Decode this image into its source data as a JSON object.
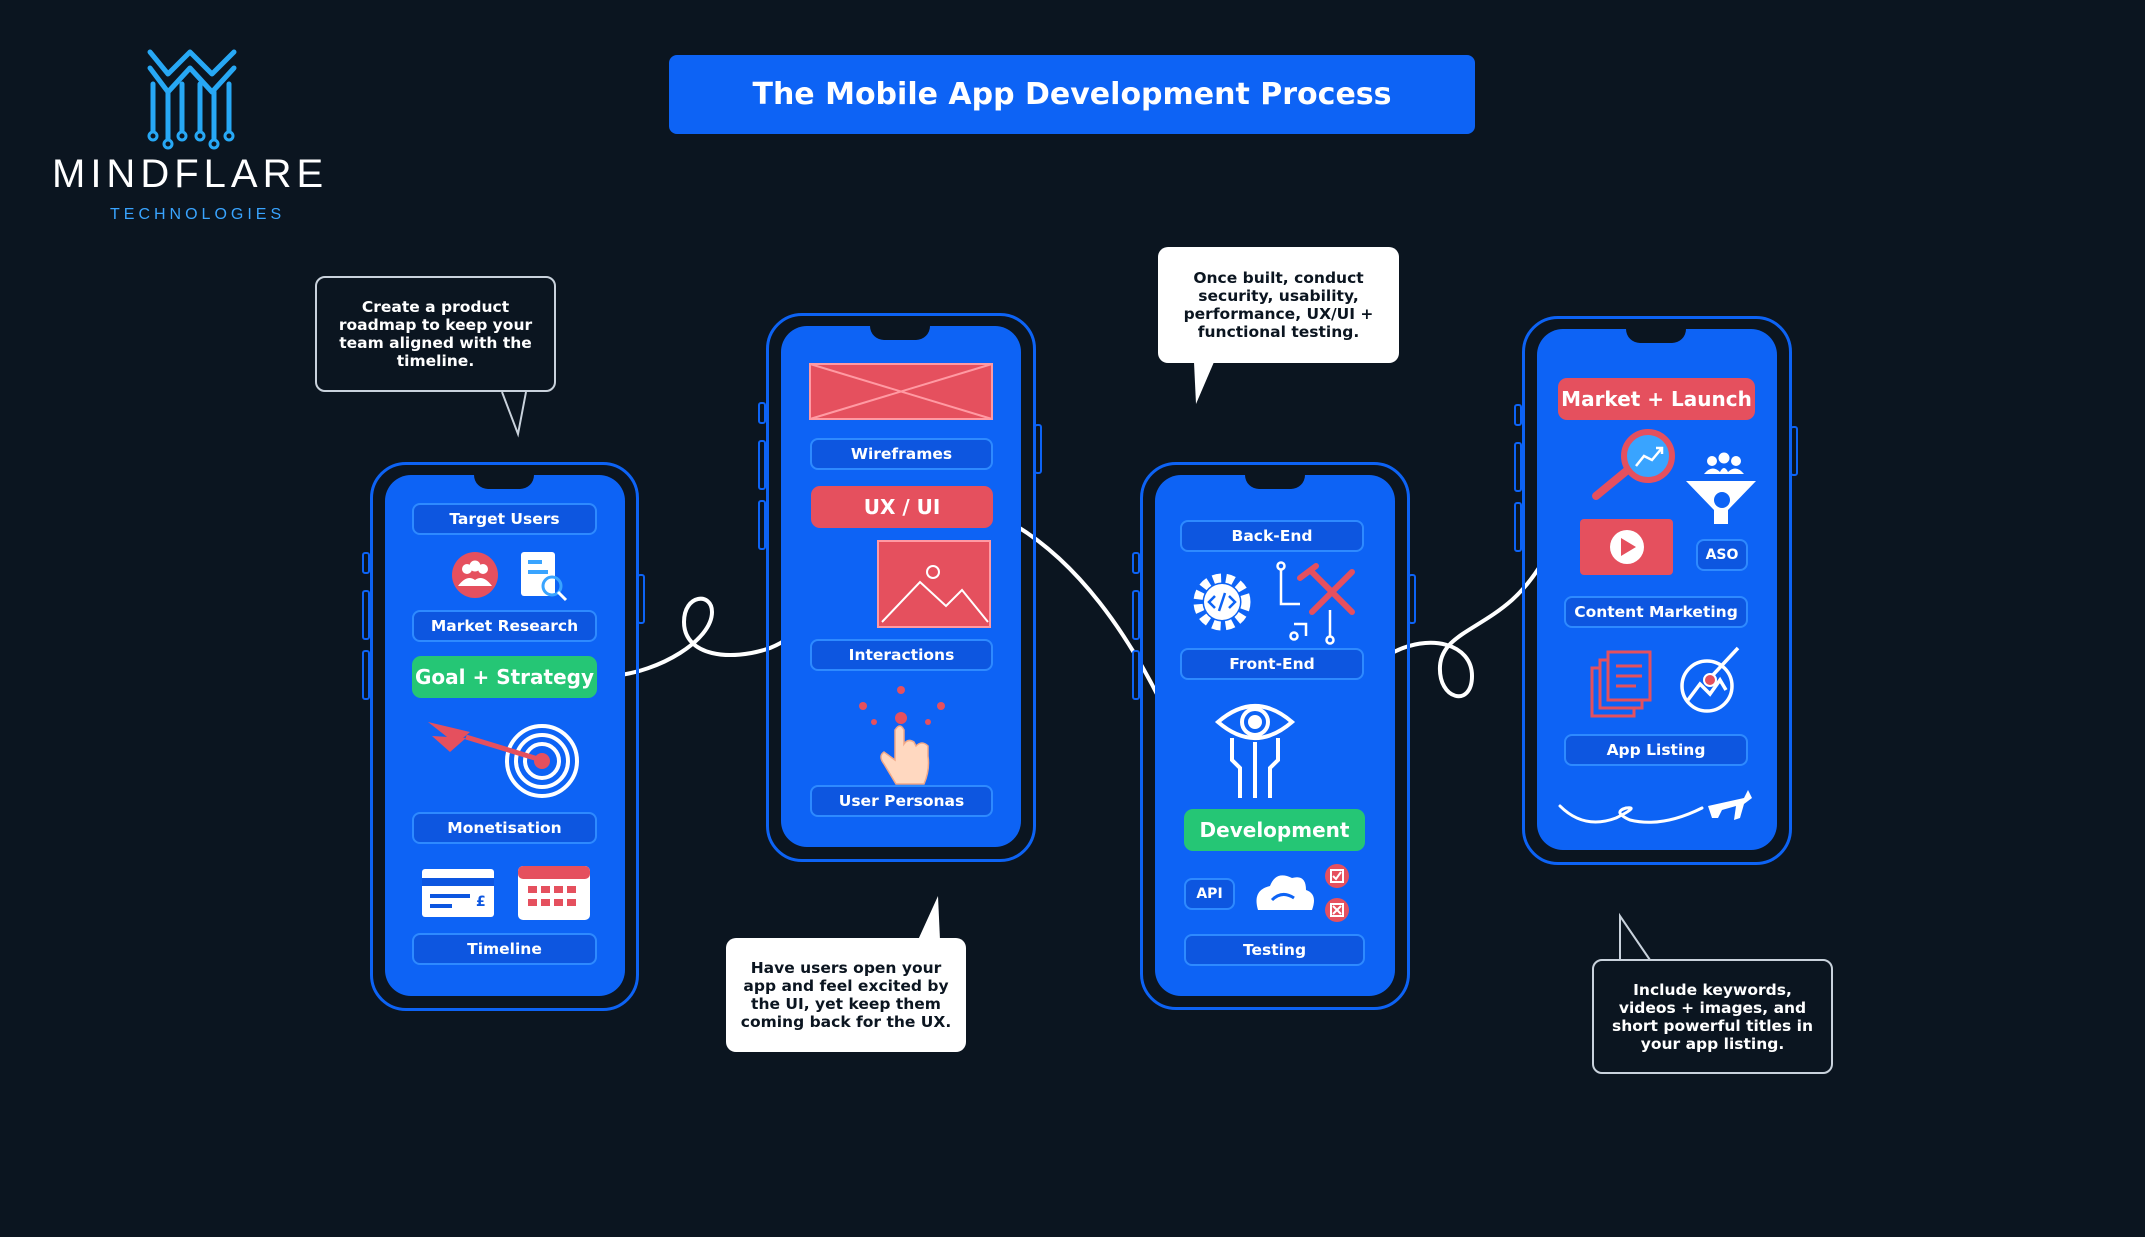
{
  "brand": {
    "name": "MINDFLARE",
    "sub": "TECHNOLOGIES"
  },
  "title": "The Mobile App Development Process",
  "callouts": [
    "Create a product roadmap to keep your team aligned with the timeline.",
    "Have users open your app and feel excited by the UI, yet keep them coming back for the UX.",
    "Once built, conduct security, usability, performance, UX/UI + functional testing.",
    "Include keywords, videos + images, and short powerful titles in your app listing."
  ],
  "phone1": {
    "target_users": "Target Users",
    "market_research": "Market Research",
    "goal_strategy": "Goal + Strategy",
    "monetisation": "Monetisation",
    "timeline": "Timeline",
    "card_currency": "£"
  },
  "phone2": {
    "wireframes": "Wireframes",
    "ux_ui": "UX / UI",
    "interactions": "Interactions",
    "user_personas": "User Personas"
  },
  "phone3": {
    "back_end": "Back-End",
    "front_end": "Front-End",
    "development": "Development",
    "api": "API",
    "testing": "Testing"
  },
  "phone4": {
    "market_launch": "Market + Launch",
    "aso": "ASO",
    "content_marketing": "Content Marketing",
    "app_listing": "App Listing"
  },
  "colors": {
    "background": "#0b1520",
    "blue": "#0d63f5",
    "red": "#e5505e",
    "green": "#25c675",
    "cyan": "#39a4ff"
  }
}
